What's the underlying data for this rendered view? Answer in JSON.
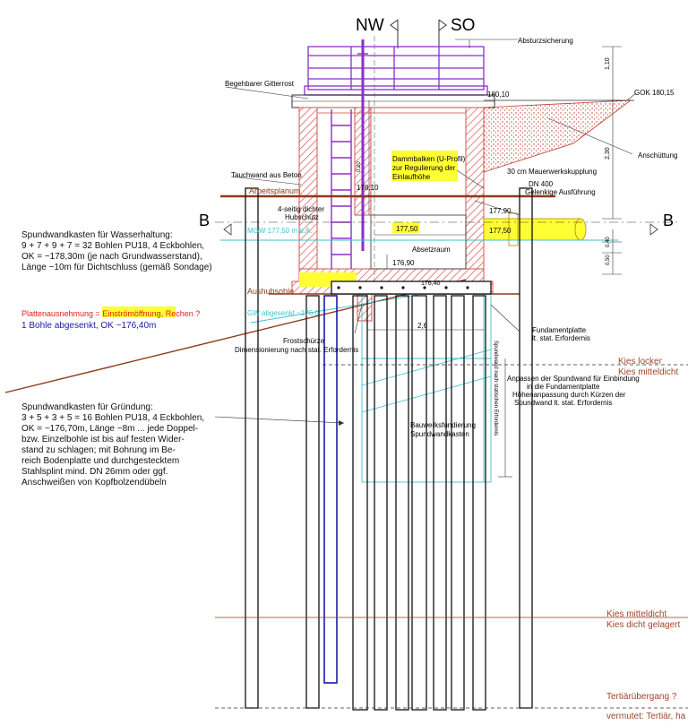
{
  "compass": {
    "nw": "NW",
    "so": "SO"
  },
  "section_marks": {
    "left": "B",
    "right": "B"
  },
  "labels": {
    "absturz": "Absturzsicherung",
    "gitterrost": "Begehbarer Gitterrost",
    "elev_top": "180,10",
    "gok": "GOK 180,15",
    "anschuettung": "Anschüttung",
    "tauchwand": "Tauchwand aus Beton",
    "mauerwerk": "30 cm Mauerwerkskupplung",
    "dn400": "DN 400",
    "gelenkig": "Gelenkige Ausführung",
    "dammbalken_1": "Dammbalken (U-Profil)",
    "dammbalken_2": "zur Regulierung der",
    "dammbalken_3": "Einlaufhöhe",
    "arbeitsplanum": "Arbeitsplanum",
    "elev_17810": "178,10",
    "hubschuetz_1": "4-seitig dichter",
    "hubschuetz_2": "Hubschütz",
    "elev_17790": "177,90",
    "elev_17750": "177,50",
    "elev_17750b": "177,50",
    "mgw": "MGW 177,50 m ü.A.",
    "absetzraum": "Absetzraum",
    "elev_17690": "176,90",
    "aushubsohle": "Aushubsohle",
    "elev_17640": "176,40",
    "gw_abgesenkt": "GW abgesenkt ~176,0",
    "frostschuerze": "Frostschürze",
    "dimensionierung": "Dimensionierung nach stat. Erfordernis",
    "dim_26": "2,6",
    "fundamentplatte_1": "Fundamentplatte",
    "fundamentplatte_2": "lt. stat. Erfordernis",
    "anpassen_1": "Anpassen der Spundwand für Einbindung",
    "anpassen_2": "in die Fundamentplatte",
    "anpassen_3": "Höhenanpassung durch Kürzen der",
    "anpassen_4": "Spundwand lt. stat. Erfordernis",
    "bauwerk_1": "Bauwerksfundierung",
    "bauwerk_2": "Spundwandkasten",
    "vertical_label": "Spundwand nach statischen Erfordernis",
    "dim_110": "1,10",
    "dim_230": "2,30",
    "dim_040": "0,40",
    "dim_050": "0,50",
    "dim_020": "0,20"
  },
  "soil": {
    "kies_locker": "Kies locker",
    "kies_mitteldicht": "Kies mitteldicht",
    "kies_mitteldicht2": "Kies mitteldicht",
    "kies_dicht": "Kies dicht gelagert",
    "tertiaer": "Tertiärübergang ?",
    "vermutet": "vermutet: Tertiär, ha"
  },
  "notes": {
    "wasserhaltung": [
      "Spundwandkasten für Wasserhaltung:",
      "9 + 7 + 9 + 7 = 32 Bohlen PU18, 4 Eckbohlen,",
      "OK = ~178,30m (je nach Grundwasserstand),",
      "Länge ~10m für Dichtschluss (gemäß Sondage)"
    ],
    "plattenausnehmung": "Plattenausnehmung = Einströmöffnung, Rechen ?",
    "bohle": "1 Bohle abgesenkt, OK ~176,40m",
    "gruendung": [
      "Spundwandkasten für Gründung:",
      "3 + 5 + 3 + 5 = 16 Bohlen PU18, 4 Eckbohlen,",
      "OK = ~176,70m, Länge ~8m ... jede Doppel-",
      "bzw. Einzelbohle ist bis auf festen Wider-",
      "stand zu schlagen; mit Bohrung im Be-",
      "reich Bodenplatte und durchgestecktem",
      "Stahlsplint mind. DN 26mm oder ggf.",
      "Anschweißen von Kopfbolzendübeln"
    ]
  },
  "colors": {
    "hatch_red": "#d9534f",
    "violet": "#8b2fc9",
    "brown": "#8b3a1a",
    "cyan": "#3fc1d6",
    "blue": "#1a1aa8",
    "highlight": "#ffff33",
    "soil_text": "#a0462a"
  }
}
